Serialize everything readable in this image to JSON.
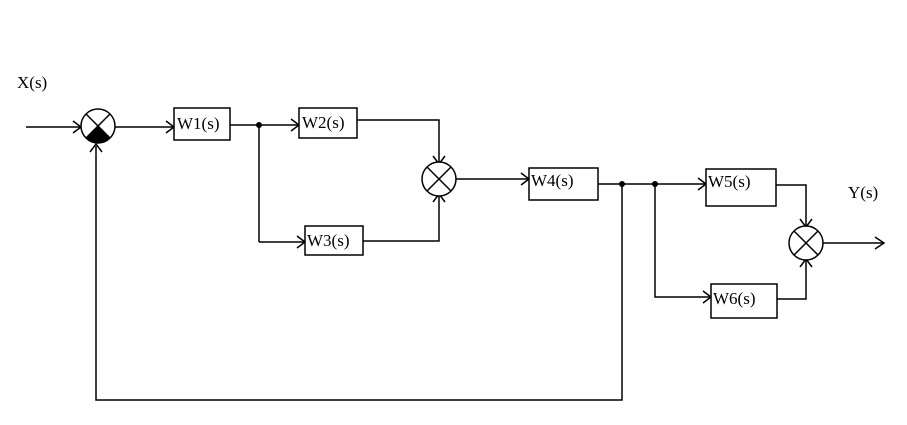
{
  "signals": {
    "input": "X(s)",
    "output": "Y(s)"
  },
  "blocks": {
    "w1": "W1(s)",
    "w2": "W2(s)",
    "w3": "W3(s)",
    "w4": "W4(s)",
    "w5": "W5(s)",
    "w6": "W6(s)"
  },
  "colors": {
    "line": "#000000",
    "background": "#ffffff"
  }
}
